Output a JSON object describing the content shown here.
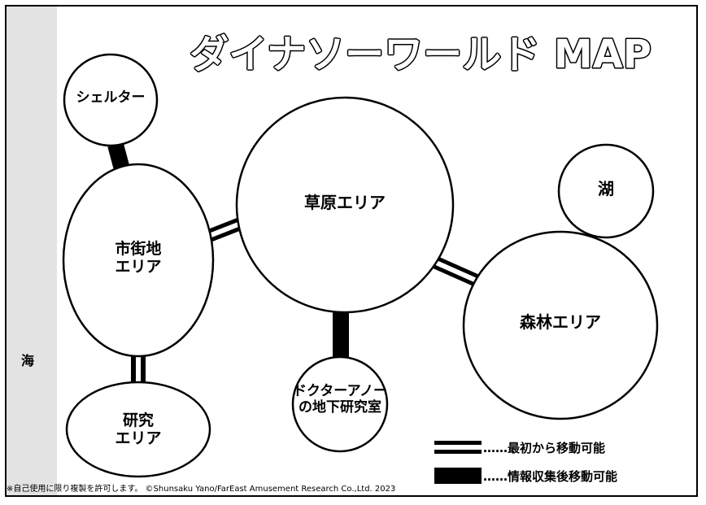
{
  "map": {
    "title": "ダイナソーワールド MAP",
    "sea_label": "海",
    "areas": {
      "shelter": "シェルター",
      "city": [
        "市街地",
        "エリア"
      ],
      "research": [
        "研究",
        "エリア"
      ],
      "grassland": "草原エリア",
      "lake": "湖",
      "forest": "森林エリア",
      "lab": [
        "ドクターアノー",
        "の地下研究室"
      ]
    },
    "legend": {
      "double_line": "……最初から移動可能",
      "thick_line": "……情報収集後移動可能"
    },
    "copyright": "※自己使用に限り複製を許可します。 ©Shunsaku Yano/FarEast Amusement Research Co.,Ltd. 2023"
  }
}
